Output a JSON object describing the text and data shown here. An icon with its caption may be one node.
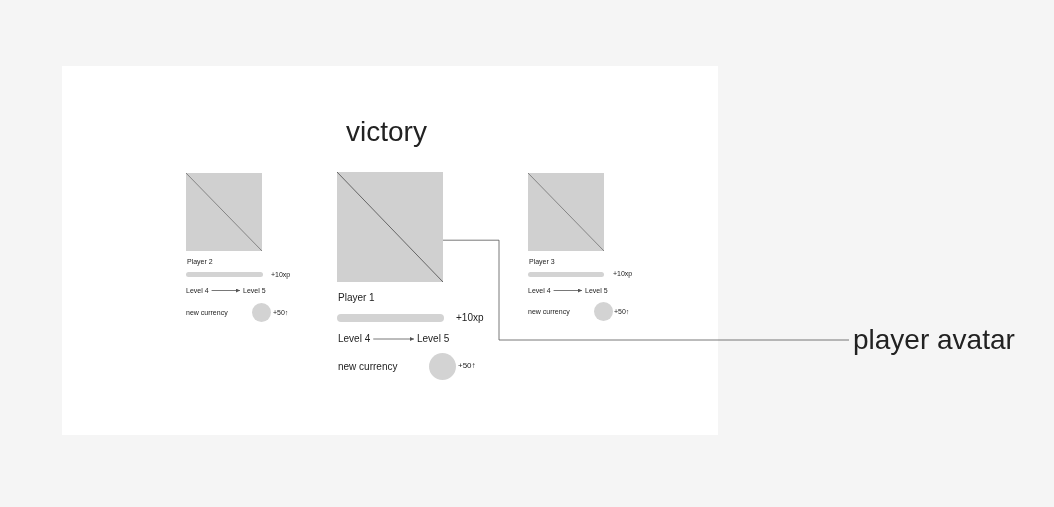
{
  "diagram": {
    "nodes": [
      {
        "text": [
          "victory"
        ]
      },
      {
        "text": [],
        "shape": "box",
        "in": 0,
        "beside": [
          "Player 2"
        ]
      },
      {
        "text": [],
        "shape": "box",
        "in": 0,
        "beside": [
          "Player 1"
        ]
      },
      {
        "text": [],
        "shape": "box",
        "in": 0,
        "beside": [
          "Player 3"
        ]
      },
      {
        "text": [
          "Level 4"
        ],
        "in": 0
      },
      {
        "text": [
          "Level 5"
        ],
        "in": 0
      },
      {
        "text": [
          "Level 4"
        ],
        "in": 0
      },
      {
        "text": [
          "Level 5"
        ],
        "in": 0
      },
      {
        "text": [
          "Level 4"
        ],
        "in": 0
      },
      {
        "text": [
          "Level 5"
        ],
        "in": 0
      },
      {
        "text": [
          "player avatar"
        ]
      }
    ],
    "edges": [
      {
        "from": 4,
        "to": 5,
        "arrow": "to"
      },
      {
        "from": 6,
        "to": 7,
        "arrow": "to"
      },
      {
        "from": 8,
        "to": 9,
        "arrow": "to"
      },
      {
        "from": 10,
        "to": 2,
        "arrow": "none"
      }
    ],
    "labels": [
      "+10xp",
      "new currency",
      "+50↑",
      "+10xp",
      "new currency",
      "+50↑",
      "+10xp",
      "new currency",
      "+50↑"
    ]
  }
}
